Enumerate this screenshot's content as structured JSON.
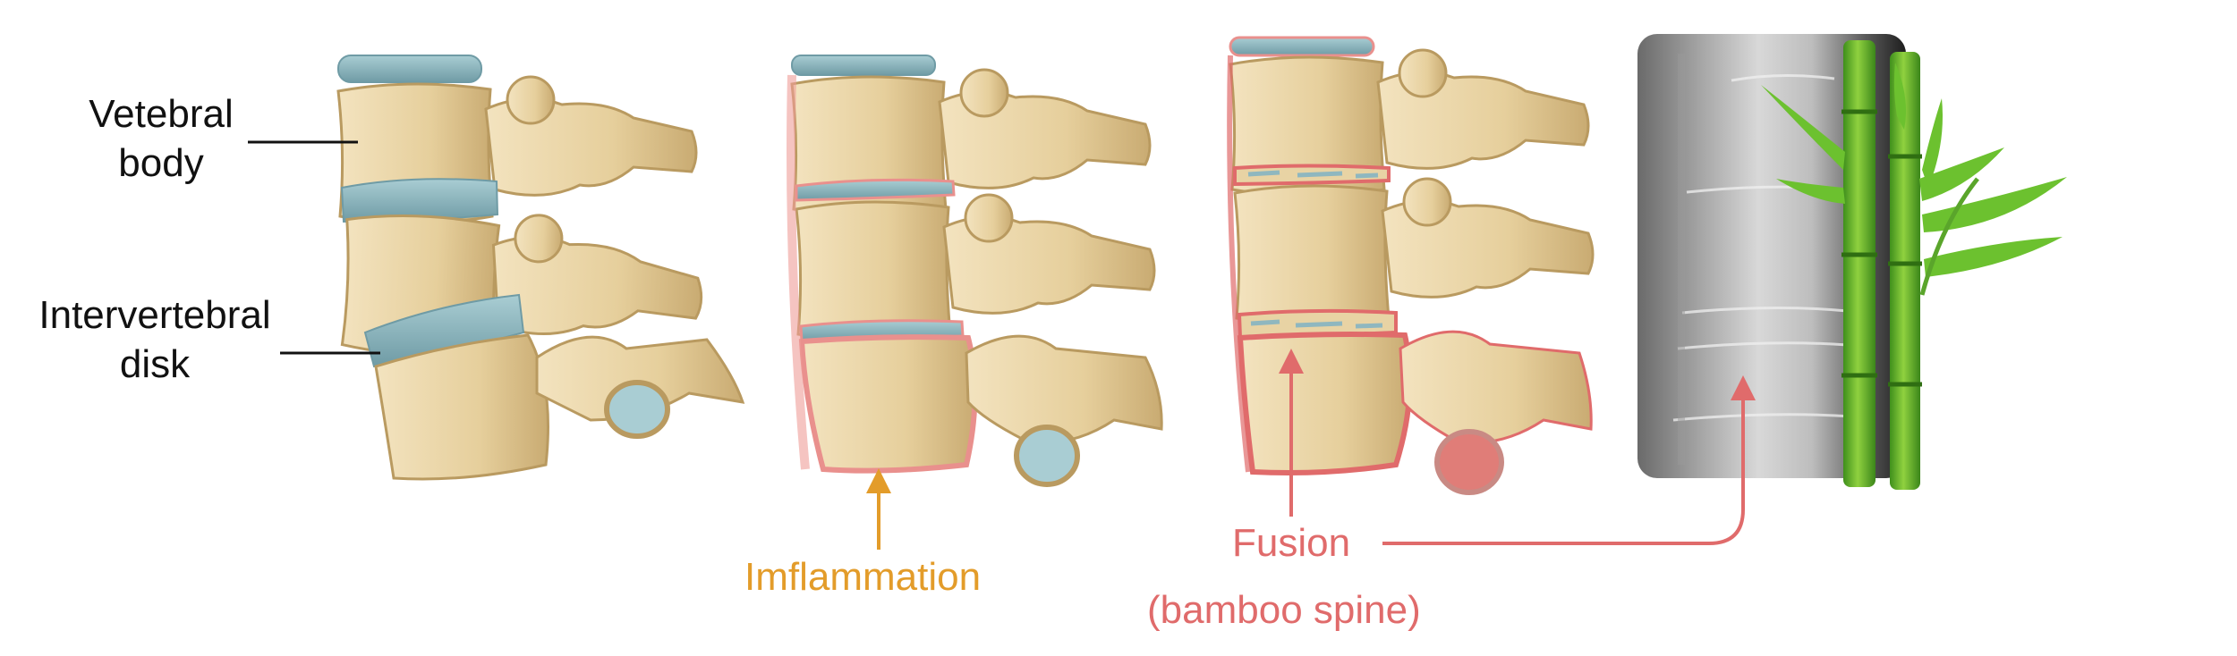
{
  "labels": {
    "vertebral_body": [
      "Vetebral",
      "body"
    ],
    "intervertebral_disk": [
      "Intervertebral",
      "disk"
    ],
    "inflammation": "Imflammation",
    "fusion": "Fusion",
    "bamboo_spine": "(bamboo spine)"
  },
  "colors": {
    "bone": "#e8d3a4",
    "bone_shadow": "#b99a60",
    "disk": "#8fb7bf",
    "inflammation_orange": "#e39c2a",
    "fusion_red": "#e06b6b",
    "bamboo_green": "#5fb52a",
    "xray_dark": "#2b2b2b"
  }
}
